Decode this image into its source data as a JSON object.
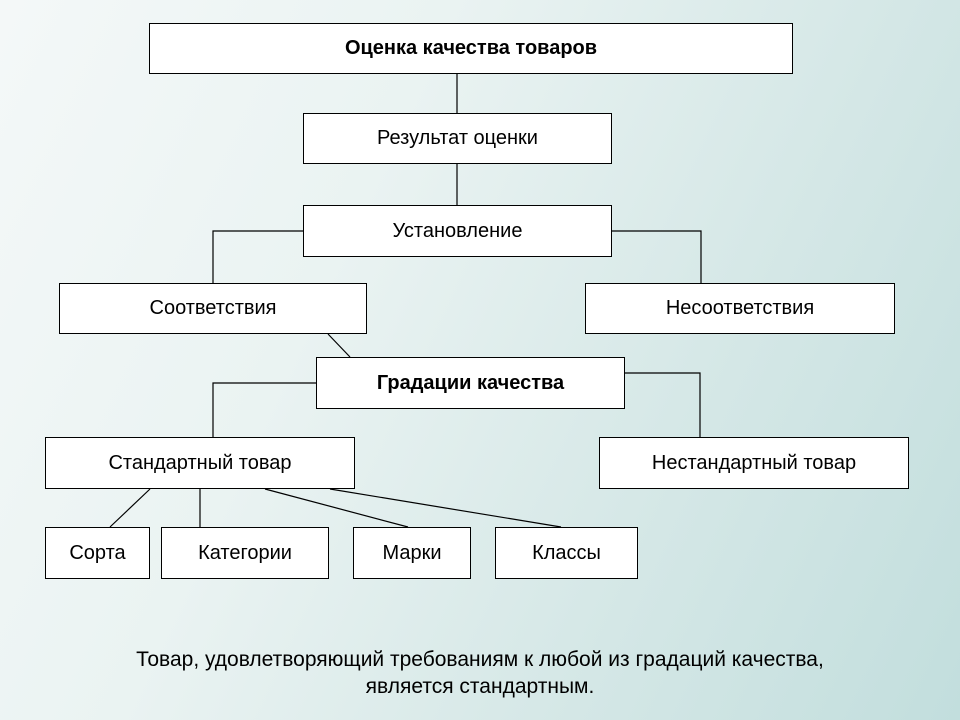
{
  "diagram": {
    "root": "Оценка качества товаров",
    "result": "Результат оценки",
    "establishment": "Установление",
    "compliance": "Соответствия",
    "noncompliance": "Несоответствия",
    "gradations": "Градации качества",
    "standard": "Стандартный товар",
    "nonstandard": "Нестандартный товар",
    "subtypes": [
      "Сорта",
      "Категории",
      "Марки",
      "Классы"
    ]
  },
  "caption": {
    "line1": "Товар, удовлетворяющий требованиям к любой из градаций качества,",
    "line2": "является стандартным."
  }
}
